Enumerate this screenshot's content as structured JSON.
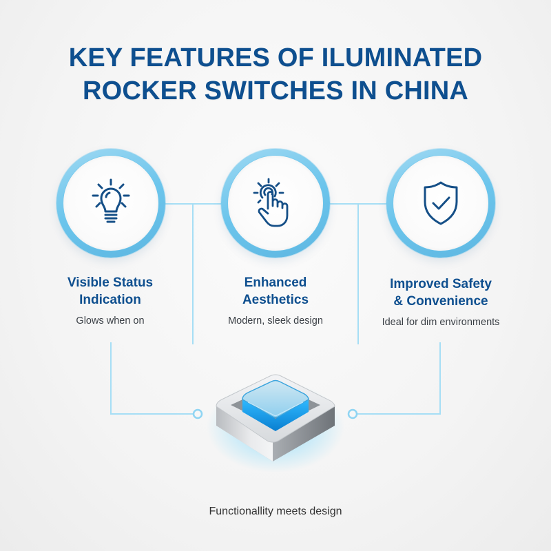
{
  "header": {
    "title_line1": "KEY FEATURES OF ILUMINATED",
    "title_line2": "ROCKER SWITCHES IN CHINA"
  },
  "features": [
    {
      "icon": "lightbulb-icon",
      "title_line1": "Visible Status",
      "title_line2": "Indication",
      "description": "Glows when on"
    },
    {
      "icon": "touch-hand-icon",
      "title_line1": "Enhanced",
      "title_line2": "Aesthetics",
      "description": "Modern, sleek design"
    },
    {
      "icon": "shield-check-icon",
      "title_line1": "Improved Safety",
      "title_line2": "& Convenience",
      "description": "Ideal for dim environments"
    }
  ],
  "center_graphic": {
    "icon": "illuminated-switch-icon"
  },
  "footer": {
    "tagline": "Functionallity meets design"
  },
  "colors": {
    "title": "#0e4f8f",
    "ring": "#6cc5ec",
    "connector": "#a6def5",
    "icon_stroke": "#154f87",
    "glow": "#3cc8ff"
  }
}
